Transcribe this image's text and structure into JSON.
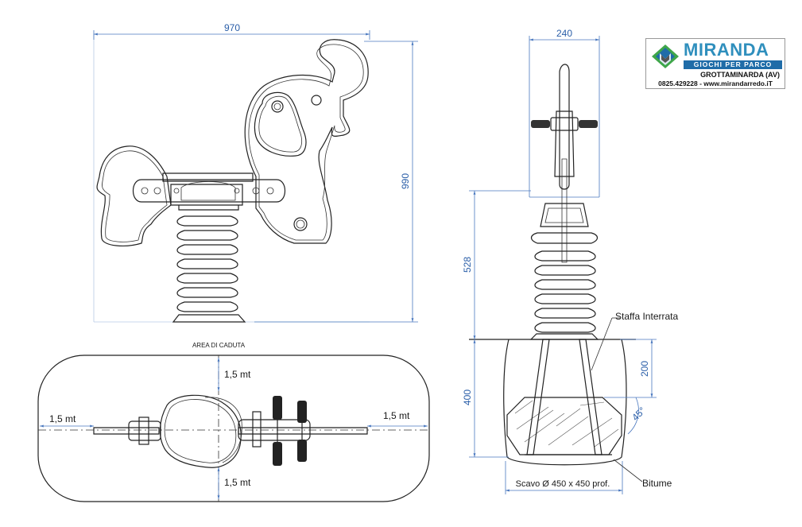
{
  "dimensions": {
    "front_width": "970",
    "front_height": "990",
    "side_width": "240",
    "spring_height": "528",
    "foundation_depth": "400",
    "upper_depth": "200",
    "angle": "45°"
  },
  "labels": {
    "area_title": "AREA DI CADUTA",
    "clearance_top": "1,5 mt",
    "clearance_left": "1,5 mt",
    "clearance_right": "1,5 mt",
    "clearance_bottom": "1,5 mt",
    "bracket": "Staffa Interrata",
    "excavation": "Scavo Ø 450 x 450 prof.",
    "bitumen": "Bitume"
  },
  "logo": {
    "name": "MIRANDA",
    "tagline": "GIOCHI PER PARCO",
    "city": "GROTTAMINARDA (AV)",
    "contact": "0825.429228 - www.mirandarredo.iT",
    "colors": {
      "primary": "#2f8fbd",
      "band": "#1f6ca8",
      "green": "#3fa64a",
      "dark": "#555555"
    }
  }
}
